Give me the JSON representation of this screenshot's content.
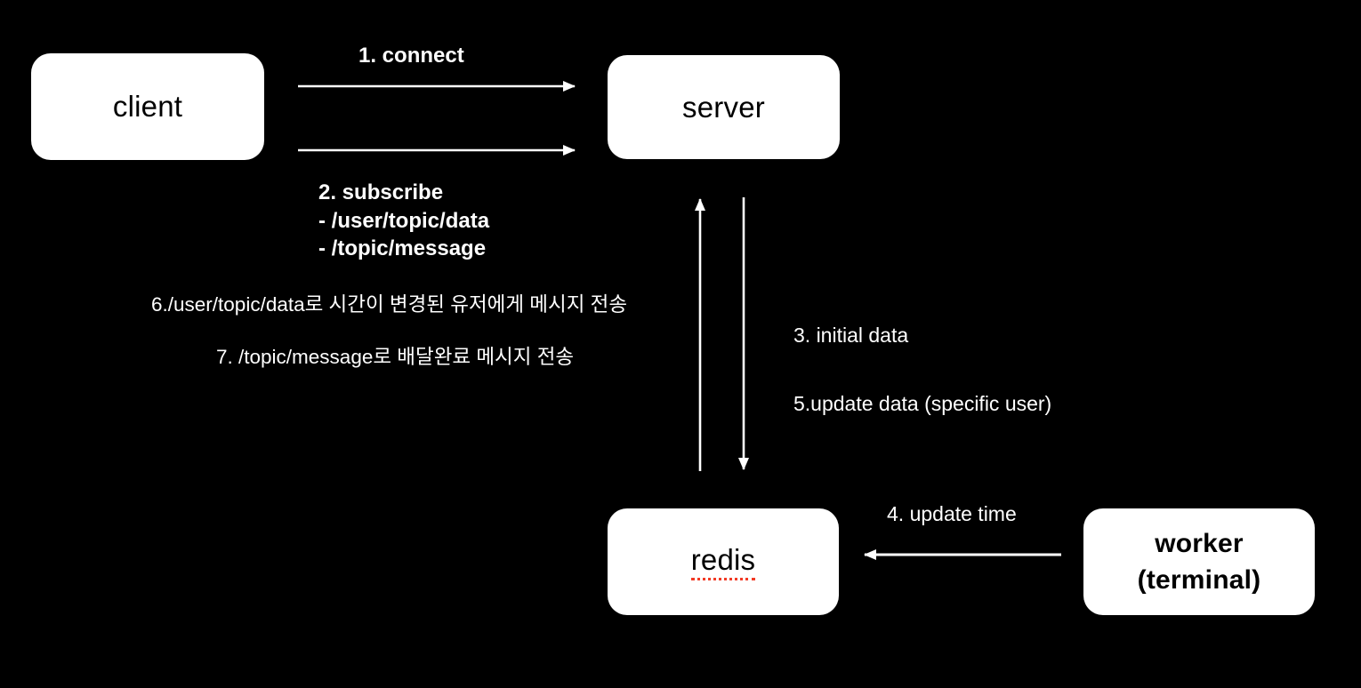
{
  "diagram": {
    "colors": {
      "background": "#000000",
      "node_fill": "#ffffff",
      "node_text": "#000000",
      "arrow": "#ffffff",
      "label_text": "#ffffff",
      "spellcheck_underline": "#f23a24"
    },
    "nodes": {
      "client": {
        "label": "client"
      },
      "server": {
        "label": "server"
      },
      "redis": {
        "label": "redis"
      },
      "worker": {
        "line1": "worker",
        "line2": "(terminal)"
      }
    },
    "labels": {
      "step1": "1. connect",
      "step2_line1": "2. subscribe",
      "step2_line2": "- /user/topic/data",
      "step2_line3": "- /topic/message",
      "step3": "3. initial data",
      "step4": "4. update time",
      "step5": "5.update data (specific user)",
      "step6": "6./user/topic/data로 시간이 변경된 유저에게 메시지 전송",
      "step7": "7. /topic/message로 배달완료 메시지 전송"
    }
  }
}
